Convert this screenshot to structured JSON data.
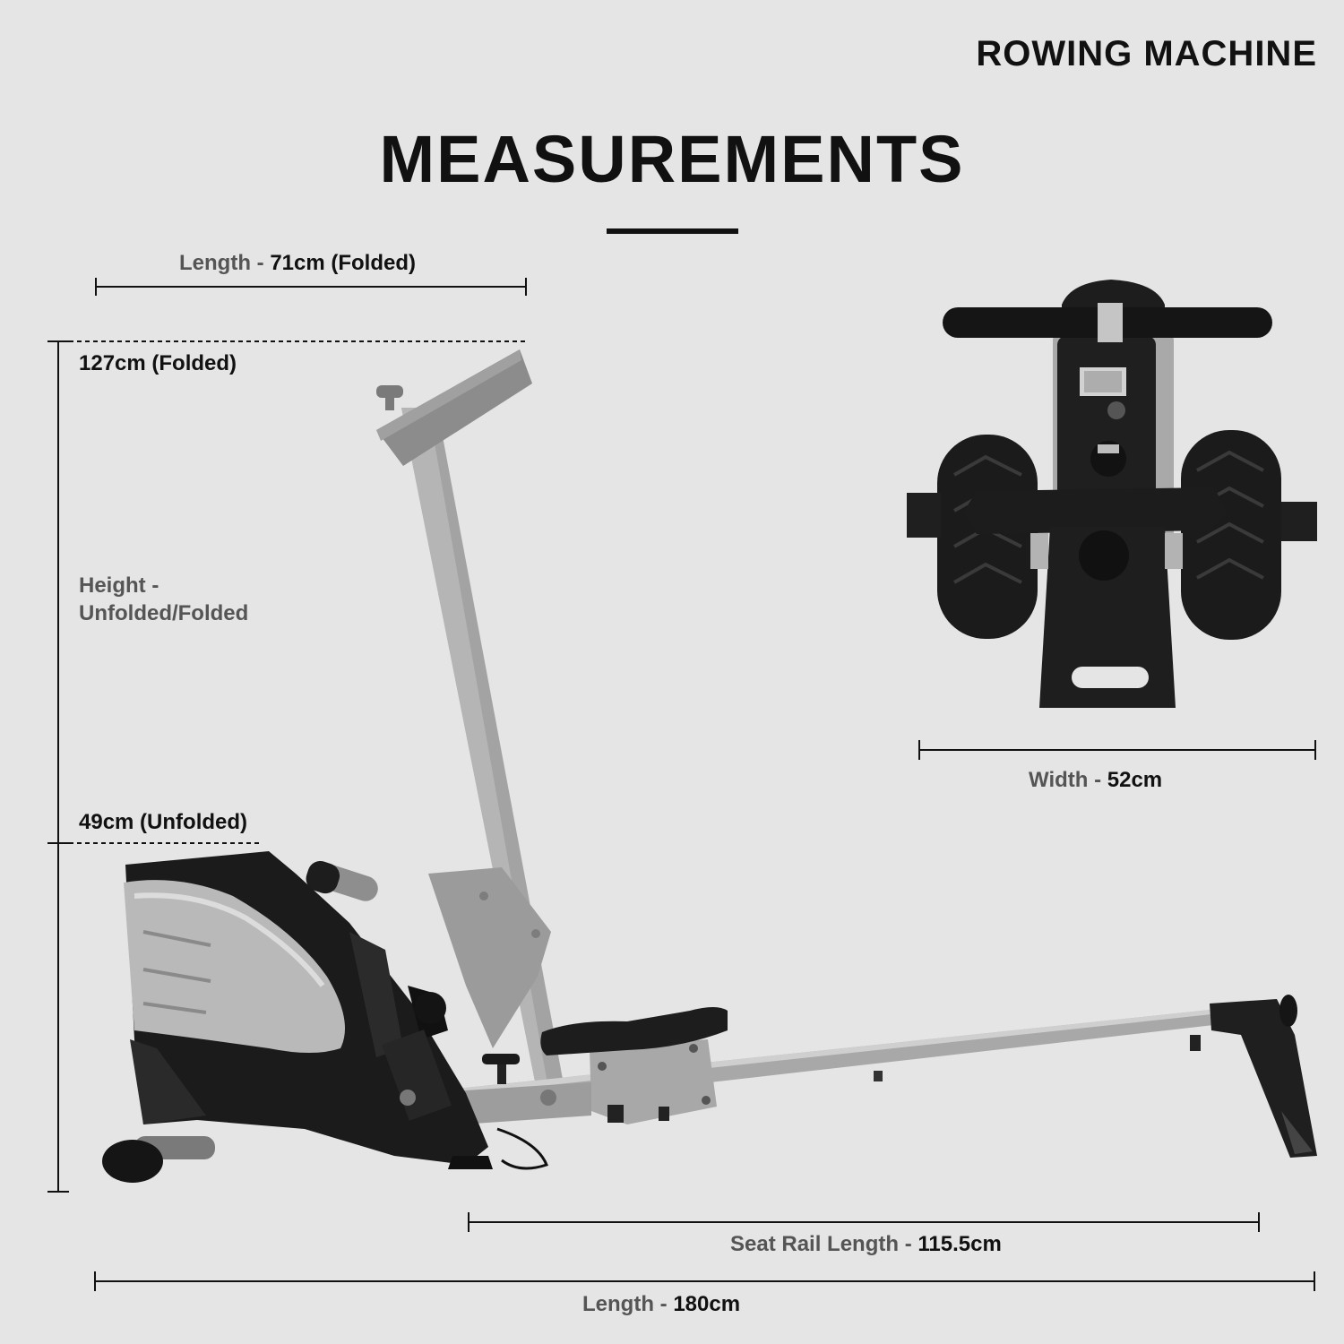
{
  "header": {
    "brand": "ROWING MACHINE",
    "title": "MEASUREMENTS"
  },
  "dimensions": {
    "length_folded": {
      "label": "Length - ",
      "value": "71cm (Folded)"
    },
    "height_folded": {
      "value": "127cm (Folded)"
    },
    "height_label": {
      "line1": "Height -",
      "line2": "Unfolded/Folded"
    },
    "height_unfolded": {
      "value": "49cm (Unfolded)"
    },
    "width": {
      "label": "Width - ",
      "value": "52cm"
    },
    "seat_rail": {
      "label": "Seat Rail Length - ",
      "value": "115.5cm"
    },
    "length_total": {
      "label": "Length - ",
      "value": "180cm"
    }
  },
  "colors": {
    "background": "#e5e5e5",
    "machine_black": "#1a1a1a",
    "machine_silver": "#a9a9a9",
    "ghost_gray": "#9a9a9a"
  }
}
